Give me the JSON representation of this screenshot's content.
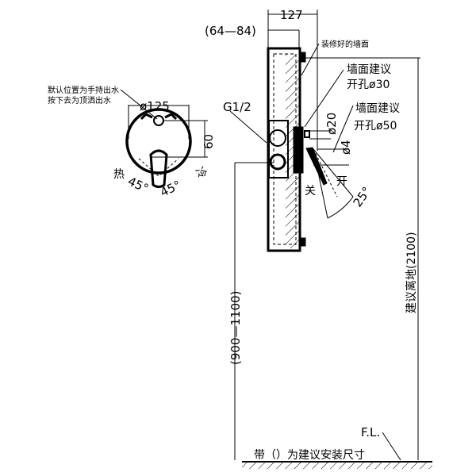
{
  "front_view": {
    "note_line1": "默认位置为手持出水",
    "note_line2": "按下去为顶洒出水",
    "diameter": "ø125",
    "height_dim": "60",
    "hot_label": "热",
    "cold_label": "冷",
    "angle_left": "45°",
    "angle_right": "45°"
  },
  "side_view": {
    "depth_dim": "127",
    "wall_range_dim": "(64—84)",
    "finished_wall_label": "装修好的墙面",
    "hole30_line1": "墙面建议",
    "hole30_line2": "开孔ø30",
    "hole50_line1": "墙面建议",
    "hole50_line2": "开孔ø50",
    "thread_label": "G1/2",
    "d20": "ø20",
    "d4": "ø4",
    "open_label": "开",
    "close_label": "关",
    "angle": "25°"
  },
  "heights": {
    "valve_height": "(900—1100)",
    "shower_height": "建议离地(2100)",
    "floor_label": "F.L.",
    "footnote": "带（）为建议安装尺寸"
  }
}
